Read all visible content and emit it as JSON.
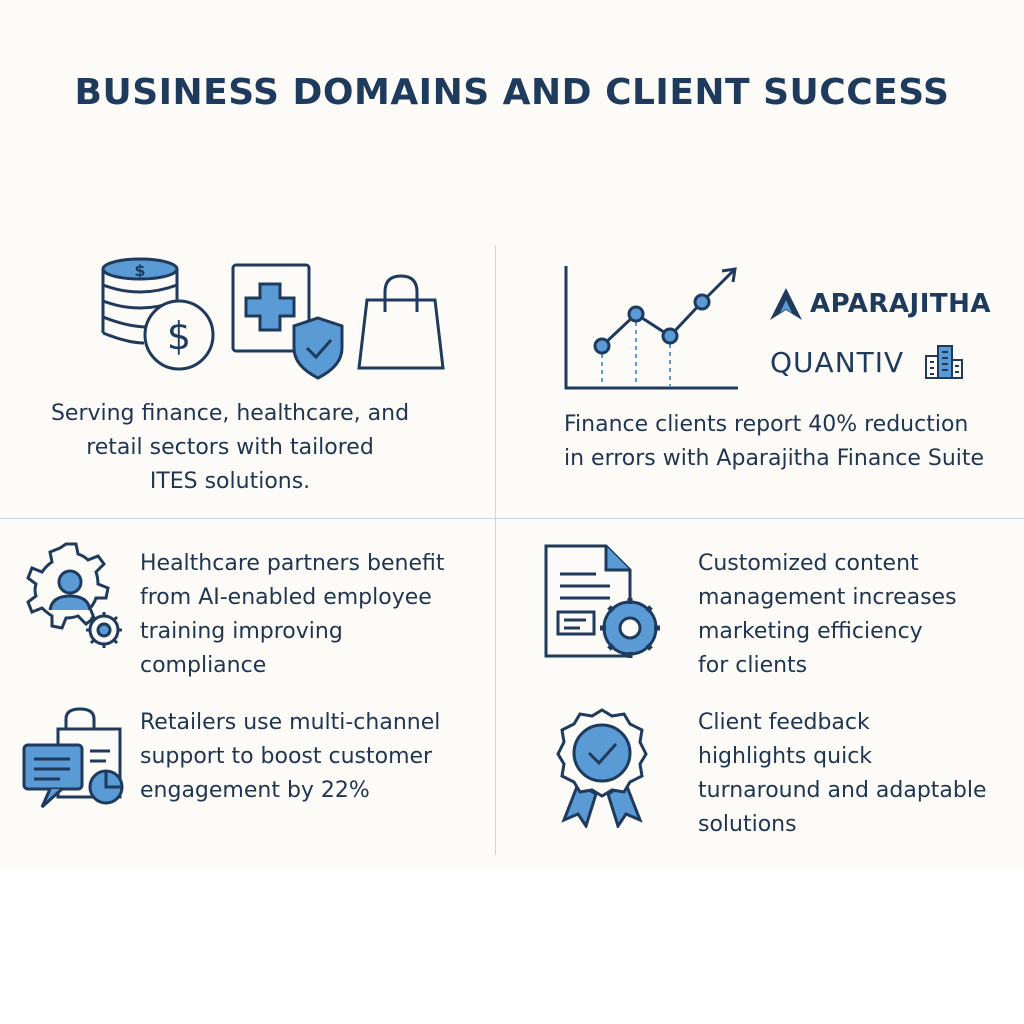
{
  "header": {
    "title": "BUSINESS DOMAINS AND CLIENT SUCCESS"
  },
  "colors": {
    "navy": "#1e3a5c",
    "accent_blue": "#5b9bd5",
    "background": "#fcfbf8",
    "divider": "#c9d4e0"
  },
  "sectors": {
    "icons": [
      "coins-dollar-icon",
      "medical-shield-icon",
      "shopping-bag-icon"
    ],
    "lines": [
      "Serving finance, healthcare, and",
      "retail sectors with tailored",
      "ITES solutions."
    ]
  },
  "finance": {
    "icon": "growth-chart-icon",
    "logos": {
      "aparajitha": "APARAJITHA",
      "quantiv": "QUANTIV"
    },
    "lines": [
      "Finance clients report 40% reduction",
      "in errors with Aparajitha Finance Suite"
    ]
  },
  "healthcare": {
    "icon": "gear-user-icon",
    "lines": [
      "Healthcare partners benefit",
      "from AI-enabled employee",
      "training improving",
      "compliance"
    ]
  },
  "content": {
    "icon": "document-gear-icon",
    "lines": [
      "Customized content",
      "management increases",
      "marketing efficiency",
      "for clients"
    ]
  },
  "retail": {
    "icon": "chat-bag-icon",
    "lines": [
      "Retailers use multi-channel",
      "support to boost customer",
      "engagement by 22%"
    ]
  },
  "feedback": {
    "icon": "award-badge-icon",
    "lines": [
      "Client feedback",
      "highlights quick",
      "turnaround and adaptable",
      "solutions"
    ]
  }
}
